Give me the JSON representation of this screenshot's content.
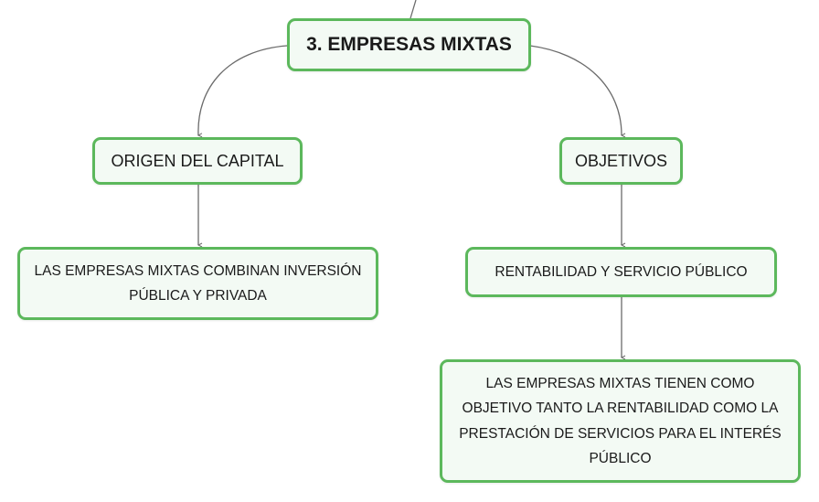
{
  "diagram": {
    "root": {
      "label": "3. EMPRESAS MIXTAS"
    },
    "branches": [
      {
        "label": "ORIGEN DEL CAPITAL",
        "children": [
          {
            "label": "LAS EMPRESAS MIXTAS COMBINAN INVERSIÓN PÚBLICA Y PRIVADA"
          }
        ]
      },
      {
        "label": "OBJETIVOS",
        "children": [
          {
            "label": "RENTABILIDAD Y SERVICIO PÚBLICO"
          },
          {
            "label": "LAS EMPRESAS MIXTAS TIENEN COMO OBJETIVO TANTO LA RENTABILIDAD COMO LA PRESTACIÓN DE SERVICIOS PARA EL INTERÉS PÚBLICO"
          }
        ]
      }
    ],
    "colors": {
      "node_border": "#5cb85c",
      "node_fill": "#f3faf4",
      "connector": "#6b6b6b"
    }
  }
}
